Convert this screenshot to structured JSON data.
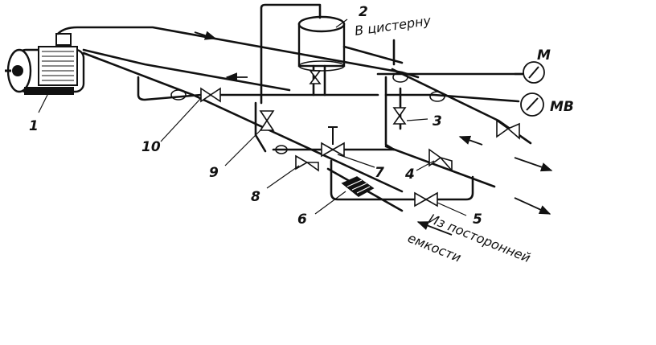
{
  "labels": {
    "to_tank": "В цистерну",
    "from_external_line1": "Из посторонней",
    "from_external_line2": "емкости",
    "gauge_m": "М",
    "gauge_mv": "МВ"
  },
  "callouts": {
    "n1": "1",
    "n2": "2",
    "n3": "3",
    "n4": "4",
    "n5": "5",
    "n6": "6",
    "n7": "7",
    "n8": "8",
    "n9": "9",
    "n10": "10"
  }
}
